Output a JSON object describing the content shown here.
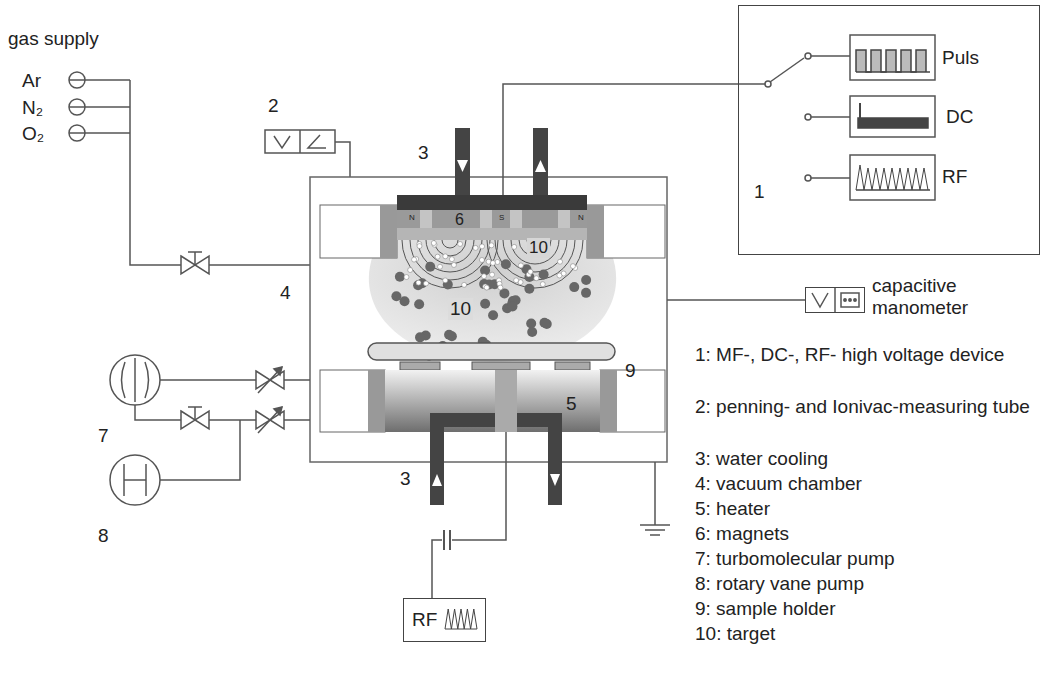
{
  "diagram": {
    "nodes": [
      {
        "text": [
          "1"
        ]
      },
      {
        "text": [
          "RF"
        ]
      },
      {
        "text": [
          "capacitive manometer"
        ]
      }
    ],
    "labels": [
      "gas supply",
      "Ar",
      "N₂",
      "O₂",
      "2",
      "3",
      "6",
      "10",
      "4",
      "10",
      "9",
      "5",
      "7",
      "8",
      "3",
      "Puls",
      "DC",
      "RF",
      "N",
      "S",
      "N",
      "1: MF-, DC-, RF- high voltage device",
      "2: penning- and Ionivac-measuring tube",
      "3: water cooling",
      "4: vacuum chamber",
      "5: heater",
      "6: magnets",
      "7: turbomolecular pump",
      "8: rotary vane pump",
      "9: sample holder",
      "10: target"
    ]
  }
}
